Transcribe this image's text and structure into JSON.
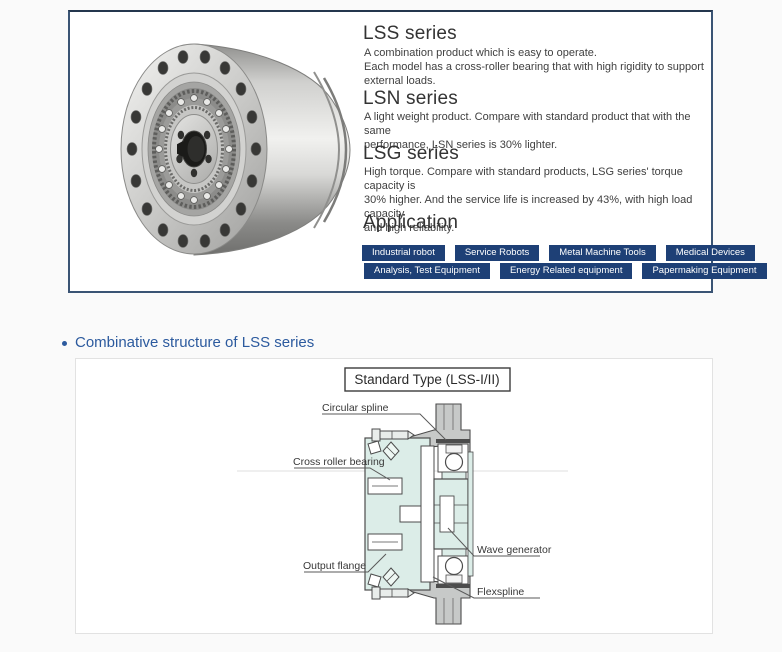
{
  "product_overview": {
    "series": [
      {
        "name": "LSS series",
        "description": "A combination product which is easy to operate.\nEach model has a cross-roller bearing that with high rigidity to support\nexternal loads."
      },
      {
        "name": "LSN series",
        "description": "A light weight product. Compare with standard product that with the same\nperformance, LSN series is 30% lighter."
      },
      {
        "name": "LSG series",
        "description": "High torque. Compare with standard products, LSG series' torque capacity is\n30% higher. And the service life is increased by 43%, with high load capacity\nand high reliability."
      }
    ],
    "application": {
      "heading": "Application",
      "tags": [
        "Industrial robot",
        "Service Robots",
        "Metal Machine Tools",
        "Medical Devices",
        "Analysis, Test Equipment",
        "Energy Related equipment",
        "Papermaking Equipment"
      ]
    }
  },
  "section": {
    "title": "Combinative structure of LSS series"
  },
  "diagram": {
    "title": "Standard Type (LSS-I/II)",
    "labels": {
      "circular_spline": "Circular spline",
      "cross_roller_bearing": "Cross roller bearing",
      "output_flange": "Output flange",
      "wave_generator": "Wave generator",
      "flexspline": "Flexspline"
    }
  },
  "colors": {
    "accent_blue": "#2c5a9e",
    "tag_navy": "#1e4076",
    "top_box_border": "#3a5474",
    "diagram_part_cyan": "#dcede8",
    "diagram_part_gray": "#c7c9c8"
  }
}
